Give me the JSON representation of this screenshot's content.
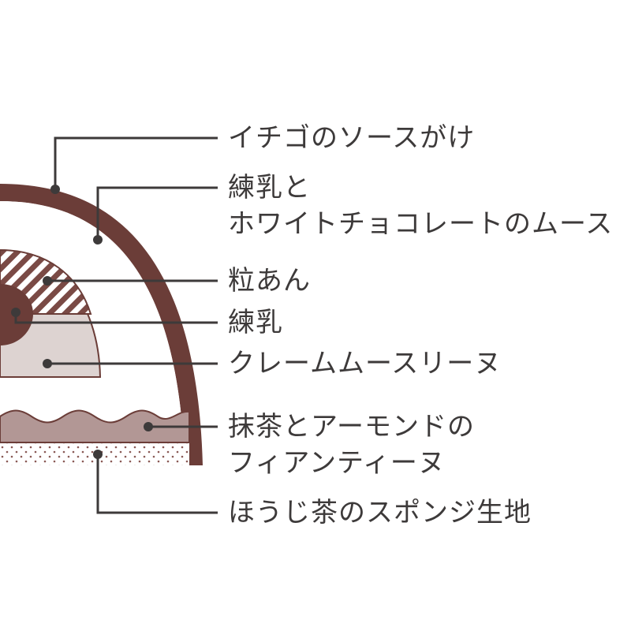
{
  "labels": {
    "sauce": "イチゴのソースがけ",
    "mousse_line1": "練乳と",
    "mousse_line2": "ホワイトチョコレートのムース",
    "anko": "粒あん",
    "condensed_milk": "練乳",
    "cream_mousseline": "クレームムースリーヌ",
    "financier_line1": "抹茶とアーモンドの",
    "financier_line2": "フィアンティーヌ",
    "sponge": "ほうじ茶のスポンジ生地"
  },
  "colors": {
    "chocolate_shell": "#6b3d38",
    "mousse": "#ffffff",
    "cream": "#ddd3d1",
    "anko_hatch": "#7a4a45",
    "condensed_milk_core": "#6b3d38",
    "matcha_layer": "#b29795",
    "sponge_dots": "#8a5a55",
    "leader_line": "#3d3a3a",
    "text": "#3d3a3a"
  }
}
